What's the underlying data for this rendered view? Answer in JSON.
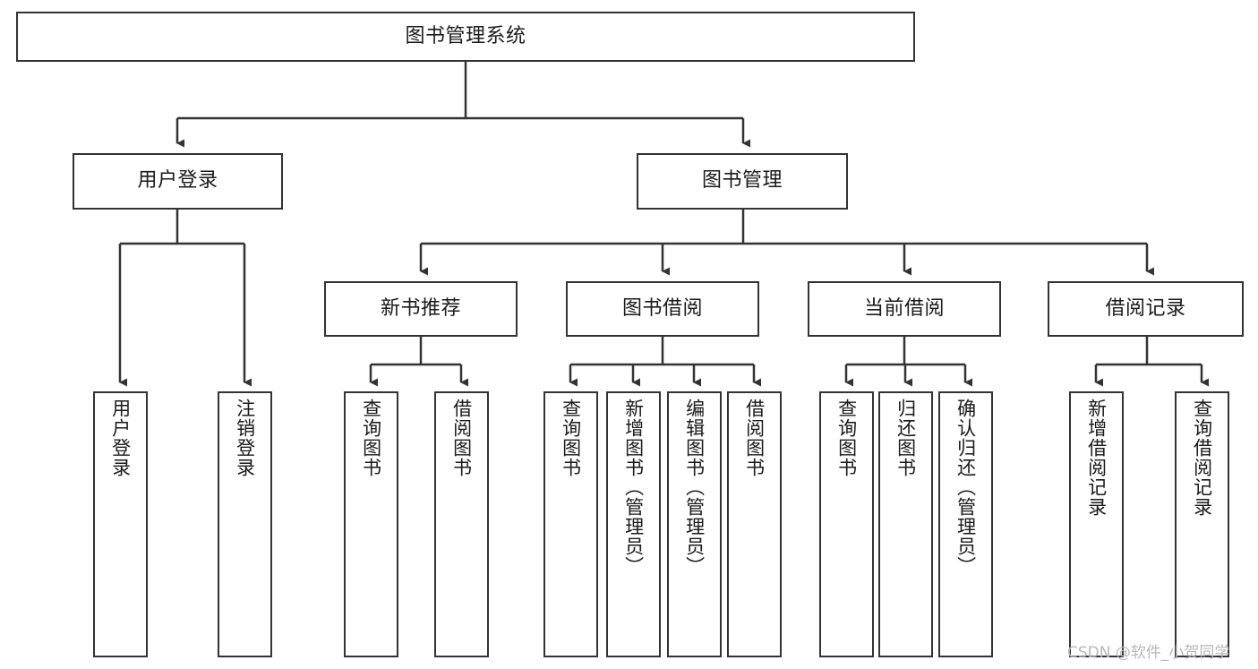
{
  "diagram": {
    "title_node": {
      "label": "图书管理系统"
    },
    "level2": [
      {
        "id": "user-login",
        "label": "用户登录"
      },
      {
        "id": "book-management",
        "label": "图书管理"
      }
    ],
    "level3": [
      {
        "id": "new-book-recommend",
        "label": "新书推荐"
      },
      {
        "id": "book-borrow",
        "label": "图书借阅"
      },
      {
        "id": "current-borrow",
        "label": "当前借阅"
      },
      {
        "id": "borrow-record",
        "label": "借阅记录"
      }
    ],
    "leaves": [
      {
        "id": "leaf-user-login",
        "label": "用户登录"
      },
      {
        "id": "leaf-logout-login",
        "label": "注销登录"
      },
      {
        "id": "leaf-query-book-1",
        "label": "查询图书"
      },
      {
        "id": "leaf-borrow-book-1",
        "label": "借阅图书"
      },
      {
        "id": "leaf-query-book-2",
        "label": "查询图书"
      },
      {
        "id": "leaf-add-book-admin",
        "label": "新增图书（管理员）"
      },
      {
        "id": "leaf-edit-book-admin",
        "label": "编辑图书（管理员）"
      },
      {
        "id": "leaf-borrow-book-2",
        "label": "借阅图书"
      },
      {
        "id": "leaf-query-book-3",
        "label": "查询图书"
      },
      {
        "id": "leaf-return-book",
        "label": "归还图书"
      },
      {
        "id": "leaf-confirm-return-admin",
        "label": "确认归还（管理员）"
      },
      {
        "id": "leaf-add-borrow-record",
        "label": "新增借阅记录"
      },
      {
        "id": "leaf-query-borrow-record",
        "label": "查询借阅记录"
      }
    ],
    "colors": {
      "stroke": "#333333",
      "box_fill": "#ffffff",
      "text": "#1a1a1a",
      "background": "#ffffff",
      "watermark": "#b8b8b8"
    }
  },
  "watermark": {
    "text": "CSDN @软件_小贺同学"
  }
}
